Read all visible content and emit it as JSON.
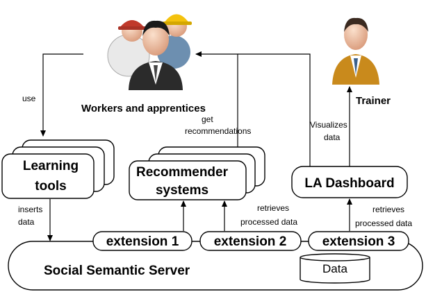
{
  "actors": {
    "workers": "Workers and apprentices",
    "trainer": "Trainer"
  },
  "boxes": {
    "learning_tools_line1": "Learning",
    "learning_tools_line2": "tools",
    "recommender_line1": "Recommender",
    "recommender_line2": "systems",
    "la_dashboard": "LA Dashboard"
  },
  "server": {
    "title": "Social Semantic Server",
    "data_store": "Data",
    "extensions": [
      "extension 1",
      "extension 2",
      "extension 3"
    ]
  },
  "edges": {
    "use": "use",
    "inserts_line1": "inserts",
    "inserts_line2": "data",
    "get_line1": "get",
    "get_line2": "recommendations",
    "visualizes_line1": "Visualizes",
    "visualizes_line2": "data",
    "retrieves_a_line1": "retrieves",
    "retrieves_a_line2": "processed data",
    "retrieves_b_line1": "retrieves",
    "retrieves_b_line2": "processed data"
  }
}
